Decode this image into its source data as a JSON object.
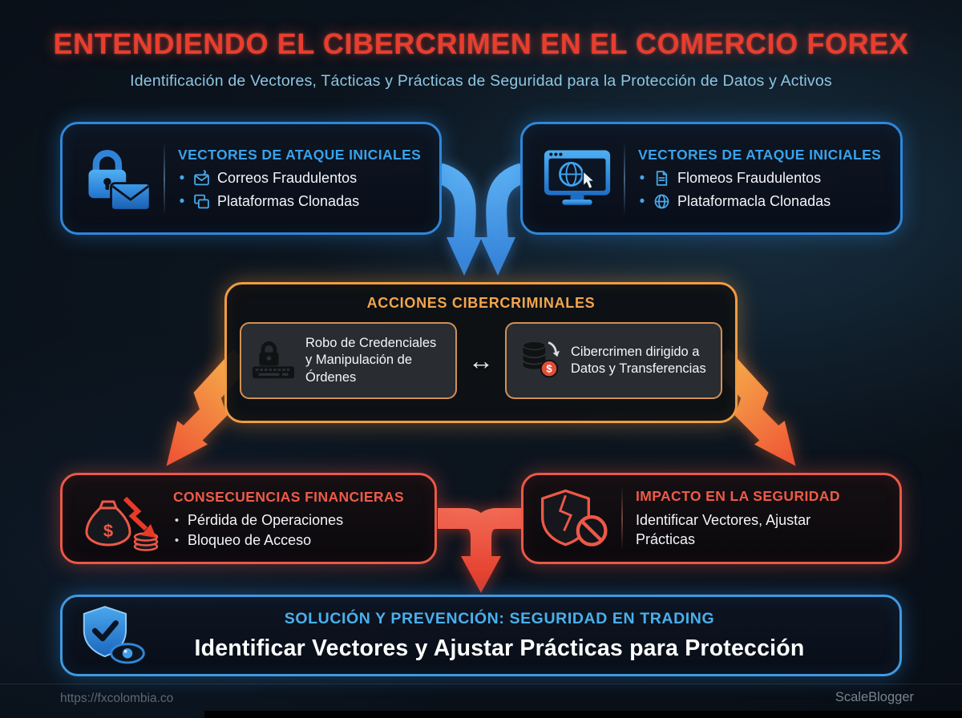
{
  "header": {
    "title": "ENTENDIENDO EL CIBERCRIMEN EN EL COMERCIO FOREX",
    "subtitle": "Identificación de Vectores, Tácticas y Prácticas de Seguridad para la Protección de Datos y Activos"
  },
  "vectors_left": {
    "icon": "lock-envelope-icon",
    "title": "VECTORES DE ATAQUE INICIALES",
    "items": [
      {
        "icon": "phishing-email-icon",
        "label": "Correos Fraudulentos"
      },
      {
        "icon": "cloned-platform-icon",
        "label": "Plataformas Clonadas"
      }
    ]
  },
  "vectors_right": {
    "icon": "monitor-globe-icon",
    "title": "VECTORES DE ATAQUE INICIALES",
    "items": [
      {
        "icon": "fraud-document-icon",
        "label": "Flomeos Fraudulentos"
      },
      {
        "icon": "globe-icon",
        "label": "Plataformacla Clonadas"
      }
    ]
  },
  "actions": {
    "title": "ACCIONES CIBERCRIMINALES",
    "arrow": "↔",
    "cards": [
      {
        "icon": "keyboard-lock-icon",
        "text": "Robo de Credenciales y Manipulación de Órdenes"
      },
      {
        "icon": "database-transfer-icon",
        "text": "Cibercrimen dirigido a Datos y Transferencias"
      }
    ]
  },
  "consequences": {
    "icon": "money-loss-icon",
    "title": "CONSECUENCIAS FINANCIERAS",
    "items": [
      {
        "label": "Pérdida de Operaciones"
      },
      {
        "label": "Bloqueo de Acceso"
      }
    ]
  },
  "impact": {
    "icon": "broken-shield-icon",
    "title": "IMPACTO EN LA SEGURIDAD",
    "text": "Identificar Vectores, Ajustar Prácticas"
  },
  "solution": {
    "icon": "shield-check-eye-icon",
    "title": "SOLUCIÓN Y PREVENCIÓN: SEGURIDAD EN TRADING",
    "text": "Identificar Vectores y Ajustar Prácticas para Protección"
  },
  "footer": {
    "url": "https://fxcolombia.co",
    "brand": "ScaleBlogger"
  },
  "bullet": "•",
  "colors": {
    "blue_border": "#2f87da",
    "blue_heading": "#3aa2ea",
    "orange_border": "#f09c42",
    "orange_heading": "#f2a54e",
    "red_border": "#ec5847",
    "red_heading": "#ef5a49",
    "title_red": "#e93d2e",
    "subtitle_blue": "#8fc6e2"
  }
}
